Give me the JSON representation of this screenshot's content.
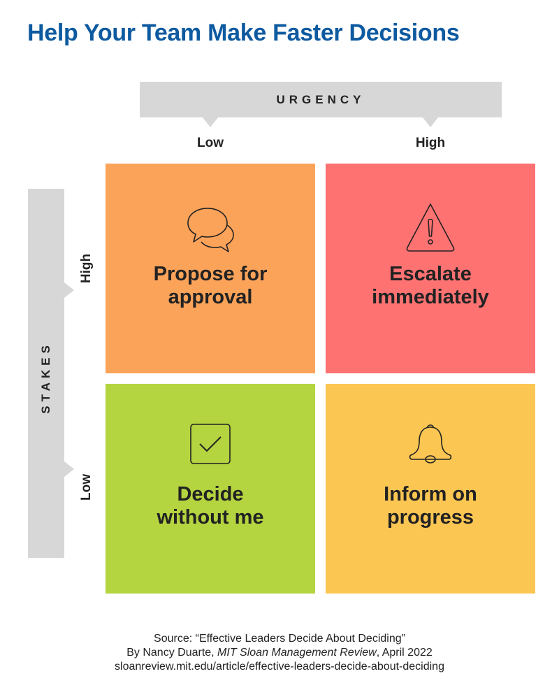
{
  "title": "Help Your Team Make Faster Decisions",
  "urgency_axis": {
    "label": "URGENCY",
    "low": "Low",
    "high": "High"
  },
  "stakes_axis": {
    "label": "STAKES",
    "low": "Low",
    "high": "High"
  },
  "quadrants": [
    {
      "line1": "Propose for",
      "line2": "approval",
      "icon": "speech-bubbles-icon",
      "color": "#fca35a"
    },
    {
      "line1": "Escalate",
      "line2": "immediately",
      "icon": "warning-triangle-icon",
      "color": "#fe7272"
    },
    {
      "line1": "Decide",
      "line2": "without me",
      "icon": "checkbox-icon",
      "color": "#b4d440"
    },
    {
      "line1": "Inform on",
      "line2": "progress",
      "icon": "bell-icon",
      "color": "#fcc653"
    }
  ],
  "source": {
    "line1": "Source: “Effective Leaders Decide About Deciding”",
    "line2_prefix": "By Nancy Duarte, ",
    "line2_publication": "MIT Sloan Management Review",
    "line2_suffix": ", April 2022",
    "line3": "sloanreview.mit.edu/article/effective-leaders-decide-about-deciding"
  }
}
